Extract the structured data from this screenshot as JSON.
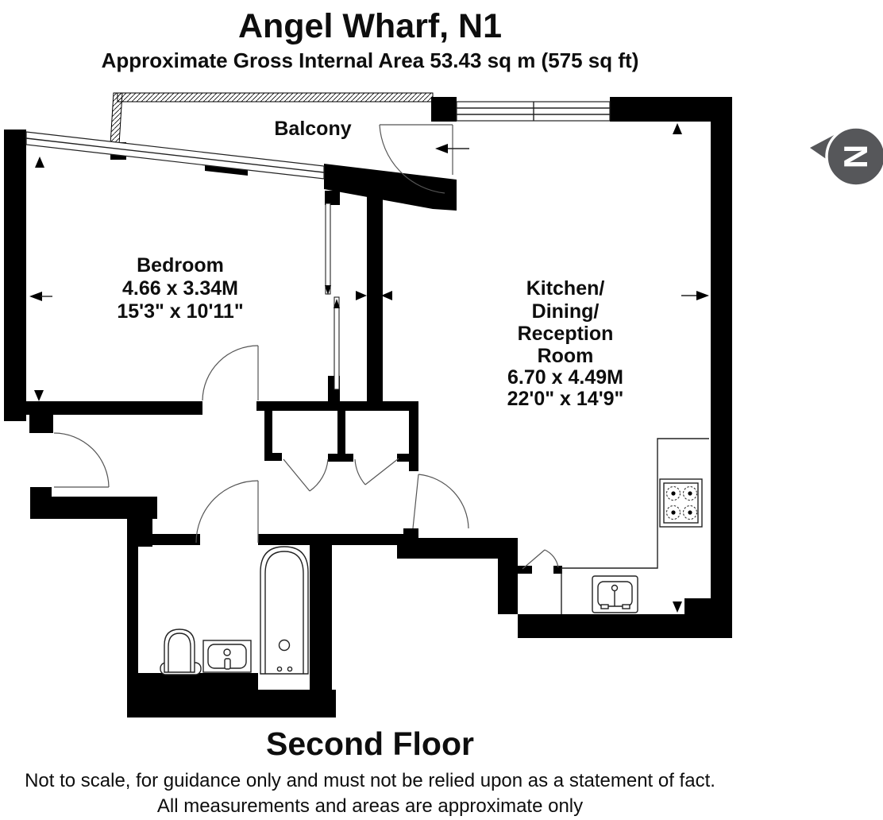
{
  "header": {
    "title": "Angel Wharf, N1",
    "subtitle": "Approximate Gross Internal Area  53.43 sq m (575 sq ft)"
  },
  "rooms": {
    "balcony": {
      "label": "Balcony"
    },
    "bedroom": {
      "lines": [
        "Bedroom",
        "4.66 x 3.34M",
        "15'3\" x 10'11\""
      ]
    },
    "kitchen": {
      "lines": [
        "Kitchen/",
        "Dining/",
        "Reception",
        "Room",
        "6.70 x 4.49M",
        "22'0\" x 14'9\""
      ]
    }
  },
  "compass": {
    "letter": "N"
  },
  "footer": {
    "floor": "Second Floor",
    "line1": "Not to scale, for guidance only and must not be relied upon as a statement of fact.",
    "line2": "All measurements and areas are approximate only"
  },
  "colors": {
    "wall": "#000000",
    "background": "#ffffff",
    "compass": "#56575a",
    "text": "#0e0e0e"
  }
}
